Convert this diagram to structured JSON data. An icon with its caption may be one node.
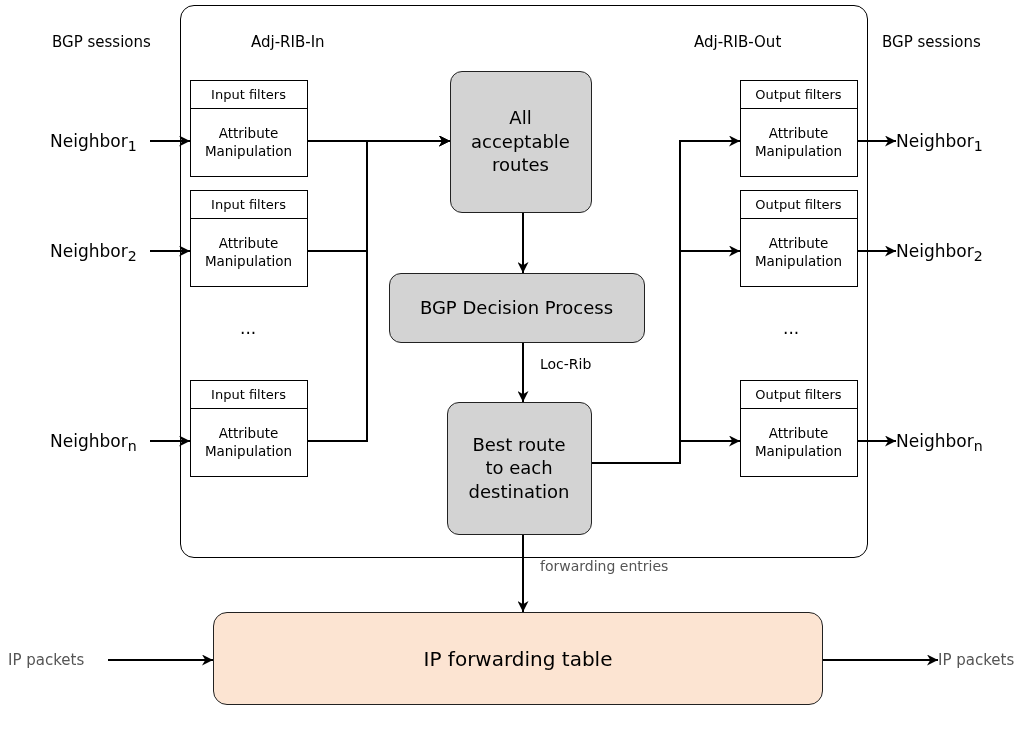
{
  "diagram": {
    "nodes": [
      {
        "text": [],
        "shape": "box"
      },
      {
        "text": [
          "Neighbor$_{1}$"
        ]
      },
      {
        "text": [
          "Neighbor$_{2}$"
        ]
      },
      {
        "text": [
          "Neighbor$_{n}$"
        ]
      },
      {
        "text": [
          "Input filters",
          "Attribute Manipulation"
        ],
        "in": 0
      },
      {
        "text": [
          "Input filters",
          "Attribute Manipulation"
        ],
        "in": 0
      },
      {
        "text": [
          "Input filters",
          "Attribute Manipulation"
        ],
        "in": 0
      },
      {
        "text": [
          "All acceptable routes"
        ],
        "in": 0
      },
      {
        "text": [
          "BGP Decision Process"
        ],
        "in": 0
      },
      {
        "text": [
          "Best route to each destination"
        ],
        "in": 0
      },
      {
        "text": [
          "Output filters",
          "Attribute Manipulation"
        ],
        "in": 0
      },
      {
        "text": [
          "Output filters",
          "Attribute Manipulation"
        ],
        "in": 0
      },
      {
        "text": [
          "Output filters",
          "Attribute Manipulation"
        ],
        "in": 0
      },
      {
        "text": [
          "Neighbor$_{1}$"
        ]
      },
      {
        "text": [
          "Neighbor$_{2}$"
        ]
      },
      {
        "text": [
          "Neighbor$_{n}$"
        ]
      },
      {
        "text": [
          "IP packets"
        ]
      },
      {
        "text": [
          "IP forwarding table"
        ]
      },
      {
        "text": [
          "IP packets"
        ]
      }
    ],
    "edges": [
      {
        "from": 1,
        "to": 4,
        "arrow": "to"
      },
      {
        "from": 2,
        "to": 5,
        "arrow": "to"
      },
      {
        "from": 3,
        "to": 6,
        "arrow": "to"
      },
      {
        "from": 4,
        "to": 7,
        "arrow": "to"
      },
      {
        "from": 5,
        "to": 7,
        "arrow": "to"
      },
      {
        "from": 6,
        "to": 7,
        "arrow": "to"
      },
      {
        "from": 7,
        "to": 8,
        "arrow": "to"
      },
      {
        "from": 8,
        "to": 9,
        "label": "Loc-Rib",
        "arrow": "to"
      },
      {
        "from": 9,
        "to": 10,
        "arrow": "to"
      },
      {
        "from": 9,
        "to": 11,
        "arrow": "to"
      },
      {
        "from": 9,
        "to": 12,
        "arrow": "to"
      },
      {
        "from": 10,
        "to": 13,
        "arrow": "to"
      },
      {
        "from": 11,
        "to": 14,
        "arrow": "to"
      },
      {
        "from": 12,
        "to": 15,
        "arrow": "to"
      },
      {
        "from": 9,
        "to": 17,
        "label": "forwarding entries",
        "arrow": "to"
      },
      {
        "from": 16,
        "to": 17,
        "arrow": "to"
      },
      {
        "from": 17,
        "to": 18,
        "arrow": "to"
      }
    ],
    "labels": [
      "BGP sessions",
      "Adj-RIB-In",
      "Adj-RIB-Out",
      "BGP sessions",
      "...",
      "..."
    ]
  }
}
